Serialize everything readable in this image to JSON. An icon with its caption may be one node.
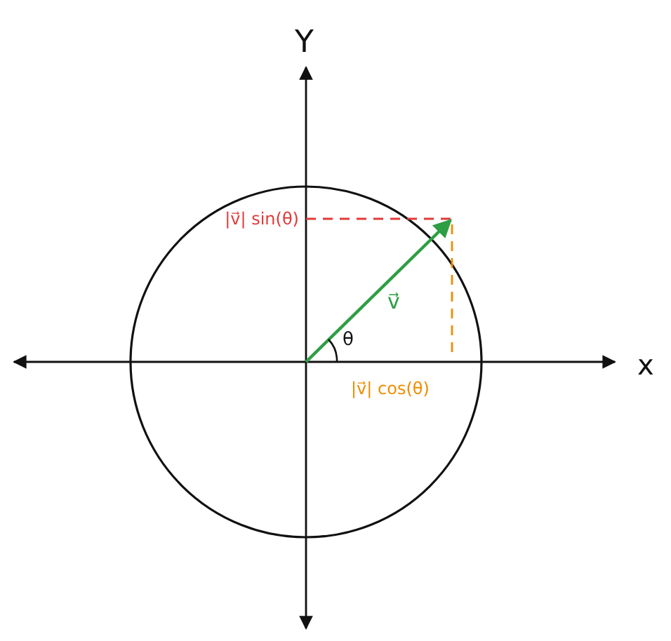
{
  "diagram": {
    "labels": [
      "Y",
      "|v⃗| sin(θ)",
      "v⃗",
      "θ",
      "x",
      "|v⃗| cos(θ)"
    ]
  }
}
